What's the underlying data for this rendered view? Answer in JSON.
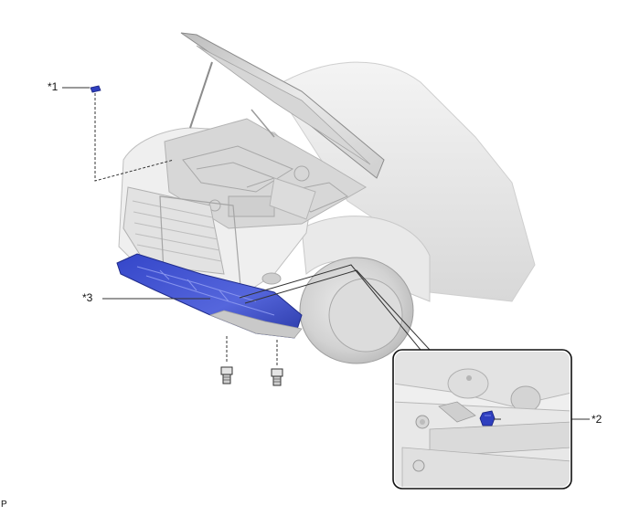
{
  "callouts": {
    "c1": "*1",
    "c2": "*2",
    "c3": "*3"
  },
  "corner_label": "P",
  "colors": {
    "part_blue": "#2f3fbf",
    "part_blue_light": "#6f7fe0",
    "body_grey": "#e6e6e6",
    "line_dark": "#333333"
  }
}
